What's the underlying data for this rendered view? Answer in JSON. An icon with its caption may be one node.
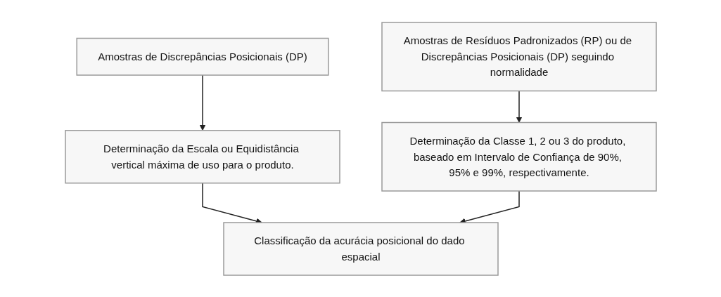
{
  "diagram": {
    "nodes": [
      {
        "text": [
          "Amostras de Discrepâncias Posicionais (DP)"
        ]
      },
      {
        "text": [
          "Determinação da Escala ou Equidistância vertical máxima de uso para o produto."
        ]
      },
      {
        "text": [
          "Amostras de Resíduos Padronizados (RP) ou de Discrepâncias Posicionais (DP) seguindo normalidade"
        ]
      },
      {
        "text": [
          "Determinação da Classe 1, 2 ou 3 do produto, baseado em Intervalo de Confiança de 90%, 95% e 99%, respectivamente."
        ]
      },
      {
        "text": [
          "Classificação da acurácia posicional do dado espacial"
        ]
      }
    ],
    "edges": [
      {
        "from": 0,
        "to": 1,
        "arrow": "to"
      },
      {
        "from": 2,
        "to": 3,
        "arrow": "to"
      },
      {
        "from": 1,
        "to": 4,
        "arrow": "to"
      },
      {
        "from": 3,
        "to": 4,
        "arrow": "to"
      }
    ]
  }
}
